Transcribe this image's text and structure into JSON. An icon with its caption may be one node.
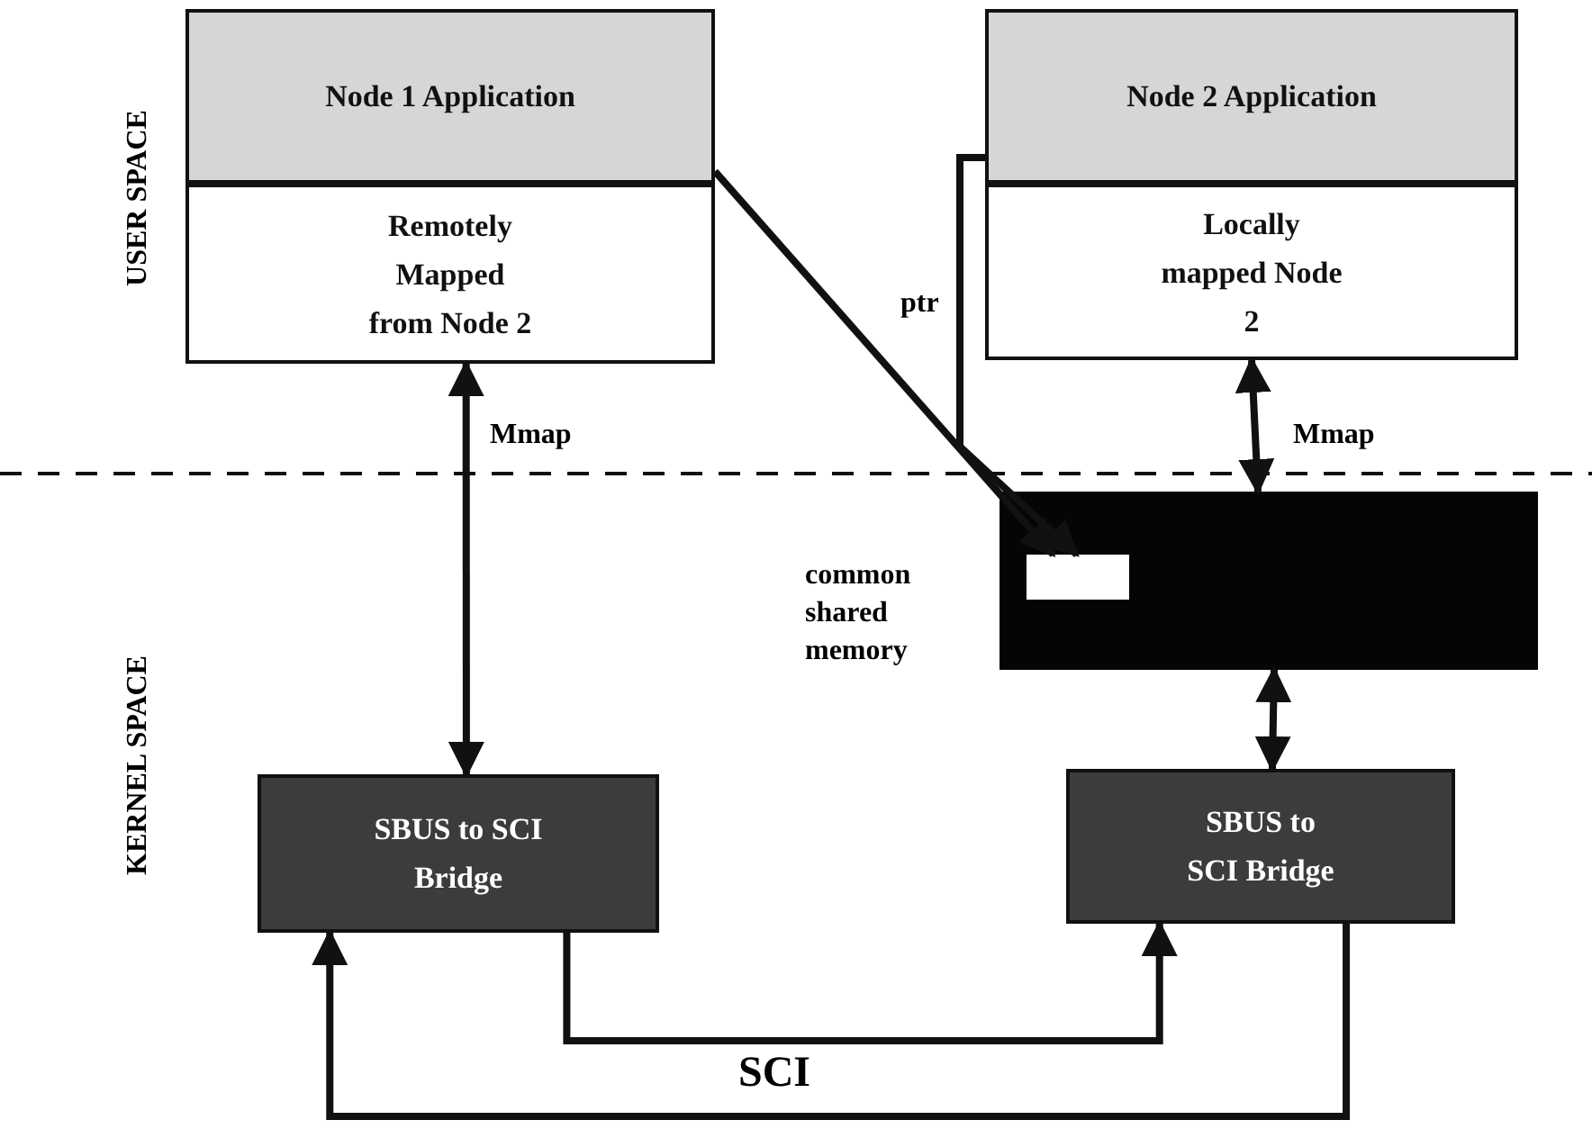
{
  "diagram": {
    "nodes": [
      {
        "text": [
          "Node 1 Application"
        ]
      },
      {
        "text": [
          "Remotely Mapped from Node 2"
        ]
      },
      {
        "text": [
          "Node 2 Application"
        ]
      },
      {
        "text": [
          "Locally mapped Node 2"
        ]
      },
      {
        "text": [],
        "shape": "box",
        "beside": [
          "common shared memory"
        ]
      },
      {
        "text": [],
        "shape": "box",
        "in": 4
      },
      {
        "text": [
          "SBUS to SCI Bridge"
        ]
      },
      {
        "text": [
          "SBUS to SCI Bridge"
        ]
      }
    ],
    "edges": [
      {
        "from": 0,
        "to": 5,
        "arrow": "to",
        "label": "ptr"
      },
      {
        "from": 2,
        "to": 5,
        "arrow": "to"
      },
      {
        "from": 1,
        "to": 6,
        "arrow": "both",
        "label": "Mmap"
      },
      {
        "from": 3,
        "to": 4,
        "arrow": "both",
        "label": "Mmap"
      },
      {
        "from": 4,
        "to": 7,
        "arrow": "both"
      },
      {
        "from": 6,
        "to": 7,
        "arrow": "to"
      },
      {
        "from": 7,
        "to": 6,
        "arrow": "to"
      }
    ],
    "labels": [
      "USER SPACE",
      "KERNEL SPACE",
      "SCI"
    ]
  }
}
